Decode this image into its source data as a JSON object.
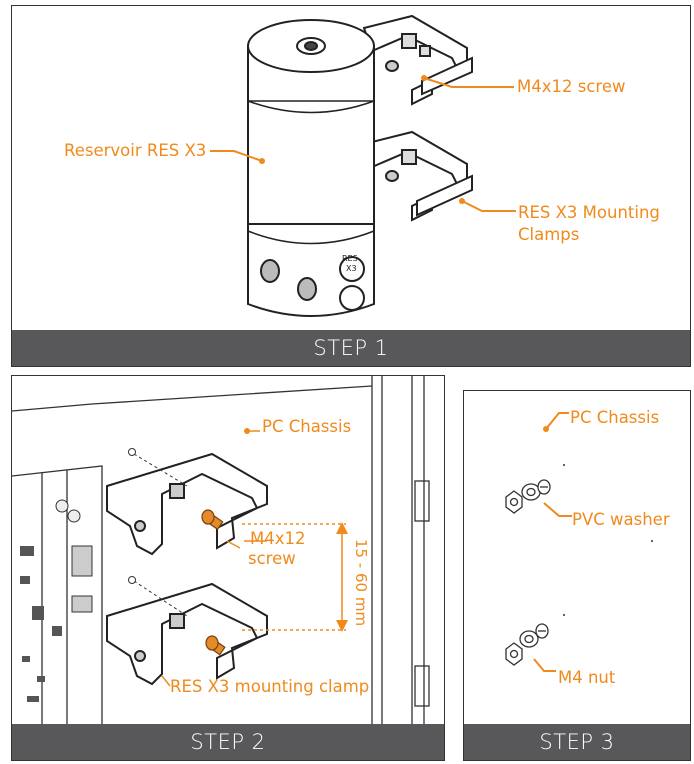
{
  "colors": {
    "accent": "#f08a1c",
    "bar": "#58585a",
    "line": "#333333"
  },
  "step1": {
    "title": "STEP 1",
    "reservoir_label": "Reservoir RES X3",
    "screw_label": "M4x12 screw",
    "clamps_label_line1": "RES X3 Mounting",
    "clamps_label_line2": "Clamps",
    "reservoir_emblem_line1": "RES",
    "reservoir_emblem_line2": "X3"
  },
  "step2": {
    "title": "STEP 2",
    "chassis_label": "PC Chassis",
    "screw_label_line1": "M4x12",
    "screw_label_line2": "screw",
    "distance_label": "15 - 60 mm",
    "clamp_label": "RES X3 mounting clamp"
  },
  "step3": {
    "title": "STEP 3",
    "chassis_label": "PC Chassis",
    "washer_label": "PVC washer",
    "nut_label": "M4 nut"
  }
}
